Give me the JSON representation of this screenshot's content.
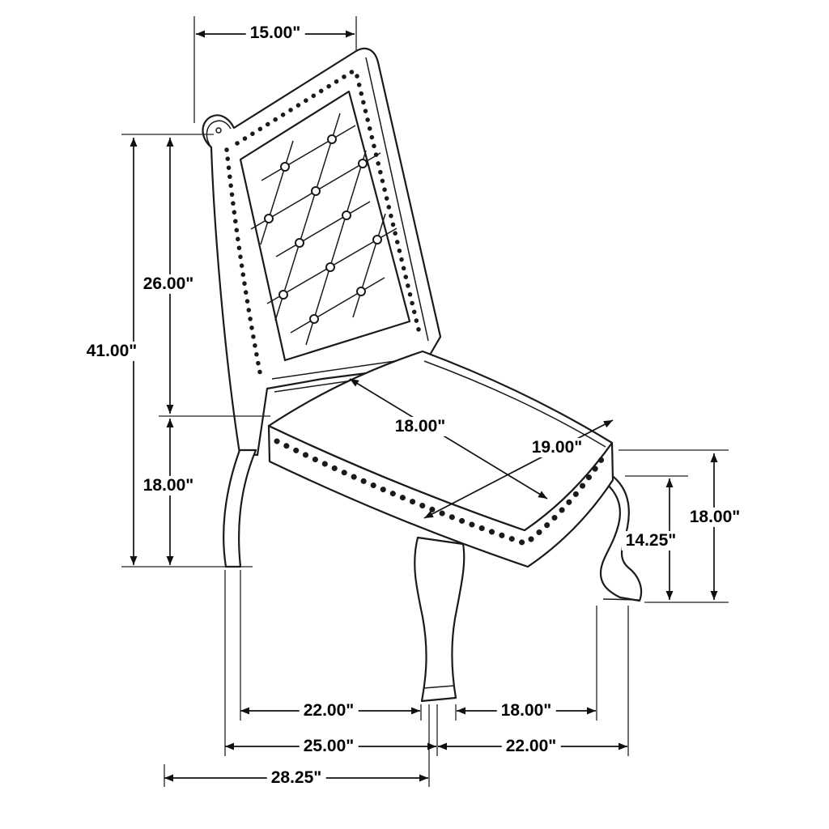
{
  "meta": {
    "type": "product-dimension-diagram",
    "subject": "tufted upholstered dining side chair with nailhead trim and cabriole legs",
    "unit": "inches"
  },
  "colors": {
    "line": "#1a1a1a",
    "background": "#ffffff",
    "text": "#000000"
  },
  "labels": {
    "top_width": "15.00\"",
    "overall_height": "41.00\"",
    "back_height": "26.00\"",
    "seat_height_left": "18.00\"",
    "seat_depth": "18.00\"",
    "seat_width": "19.00\"",
    "leg_height_right": "18.00\"",
    "apron_to_floor": "14.25\"",
    "front_leg_spacing": "22.00\"",
    "leg_gap_right": "18.00\"",
    "base_depth": "25.00\"",
    "base_width": "22.00\"",
    "overall_depth": "28.25\""
  }
}
